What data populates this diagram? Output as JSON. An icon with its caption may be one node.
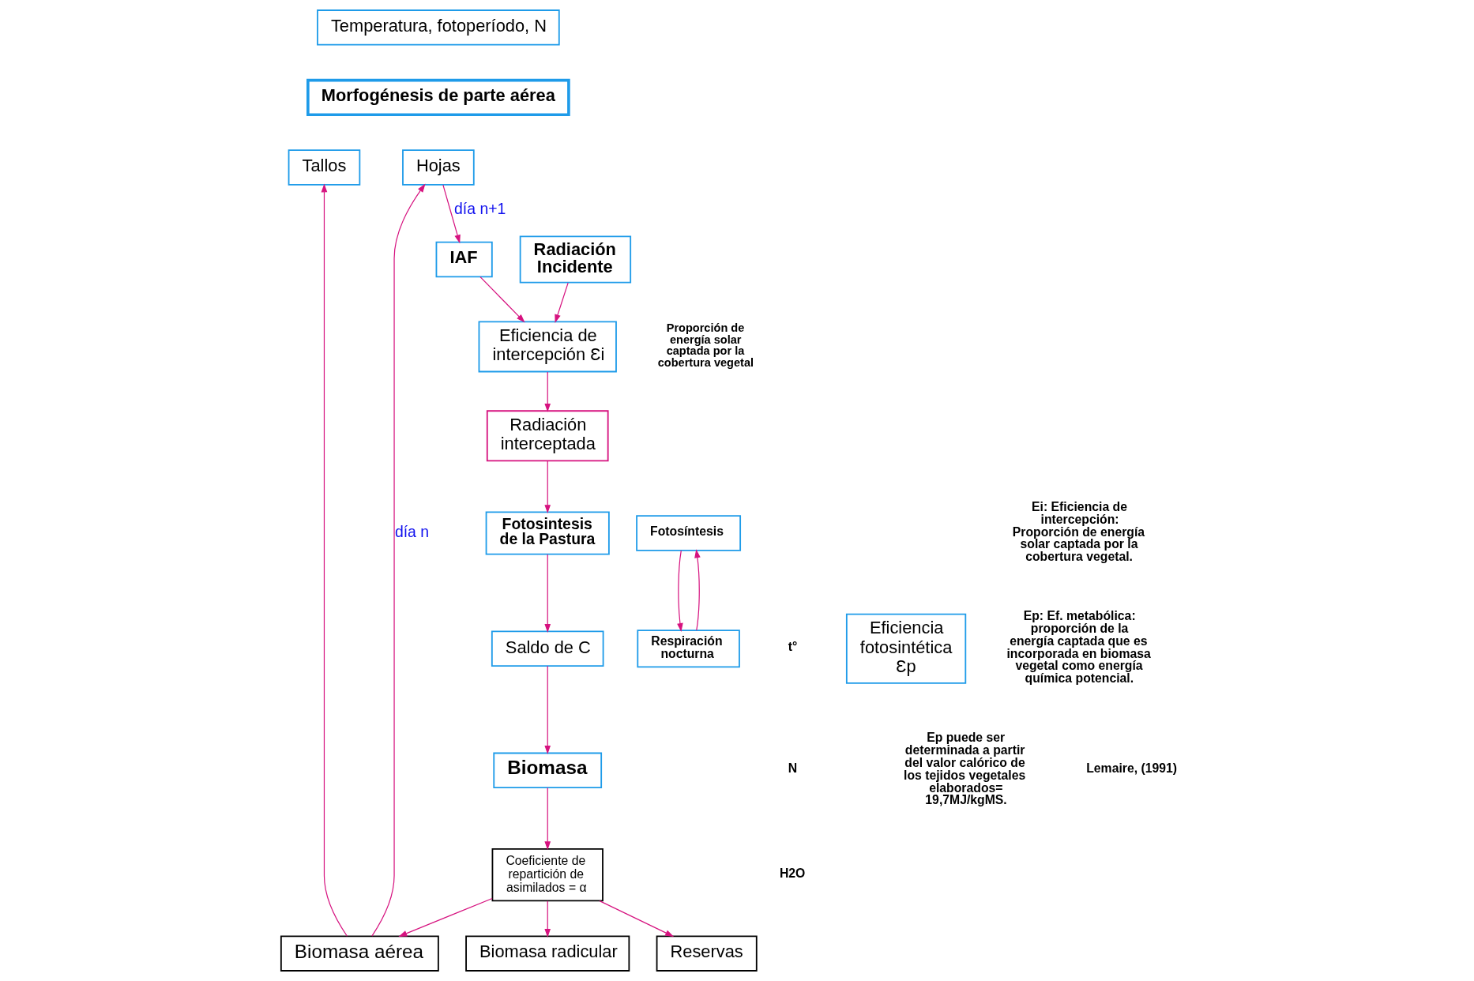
{
  "diagram": {
    "nodes": [
      {
        "text": [
          "Temperatura, fotoperíodo, N"
        ]
      },
      {
        "text": [
          "Morfogénesis de parte aérea"
        ]
      },
      {
        "text": [
          "Hojas"
        ]
      },
      {
        "text": [
          "Tallos"
        ]
      },
      {
        "text": [
          "IAF"
        ]
      },
      {
        "text": [
          "Radiación Incidente"
        ]
      },
      {
        "text": [
          "Eficiencia de intercepción Ɛi"
        ],
        "beside": [
          "Proporción de energía solar captada por la cobertura vegetal"
        ]
      },
      {
        "text": [
          "Radiación interceptada"
        ]
      },
      {
        "text": [
          "Fotosintesis de la Pastura"
        ]
      },
      {
        "text": [
          "Fotosíntesis"
        ]
      },
      {
        "text": [
          "Respiración nocturna"
        ]
      },
      {
        "text": [
          "Eficiencia fotosintética Ɛp"
        ]
      },
      {
        "text": [
          "Saldo de C"
        ]
      },
      {
        "text": [
          "Biomasa"
        ]
      },
      {
        "text": [
          "Coeficiente de repartición de asimilados = α"
        ]
      },
      {
        "text": [
          "Biomasa aérea"
        ]
      },
      {
        "text": [
          "Biomasa radicular"
        ]
      },
      {
        "text": [
          "Reservas"
        ]
      }
    ],
    "edges": [
      {
        "from": 2,
        "to": 4,
        "arrow": "to",
        "label": "día n+1"
      },
      {
        "from": 15,
        "to": 2,
        "arrow": "to",
        "label": "día n"
      },
      {
        "from": 15,
        "to": 3,
        "arrow": "to"
      },
      {
        "from": 4,
        "to": 6,
        "arrow": "to"
      },
      {
        "from": 5,
        "to": 6,
        "arrow": "to"
      },
      {
        "from": 6,
        "to": 7,
        "arrow": "to"
      },
      {
        "from": 7,
        "to": 8,
        "arrow": "to"
      },
      {
        "from": 8,
        "to": 12,
        "arrow": "to"
      },
      {
        "from": 9,
        "to": 10,
        "arrow": "to"
      },
      {
        "from": 10,
        "to": 9,
        "arrow": "to"
      },
      {
        "from": 12,
        "to": 13,
        "arrow": "to"
      },
      {
        "from": 13,
        "to": 14,
        "arrow": "to"
      },
      {
        "from": 14,
        "to": 15,
        "arrow": "to"
      },
      {
        "from": 14,
        "to": 16,
        "arrow": "to"
      },
      {
        "from": 14,
        "to": 17,
        "arrow": "to"
      }
    ],
    "labels": [
      "Ei: Eficiencia de intercepción: Proporción de energía solar captada por la cobertura vegetal.",
      "Ep: Ef. metabólica: proporción de la energía captada que es incorporada en biomasa vegetal como energía química potencial.",
      "t°",
      "N",
      "H2O",
      "Ep puede ser determinada a partir del valor calórico de los tejidos vegetales elaborados= 19,7MJ/kgMS.",
      "Lemaire, (1991)"
    ]
  }
}
